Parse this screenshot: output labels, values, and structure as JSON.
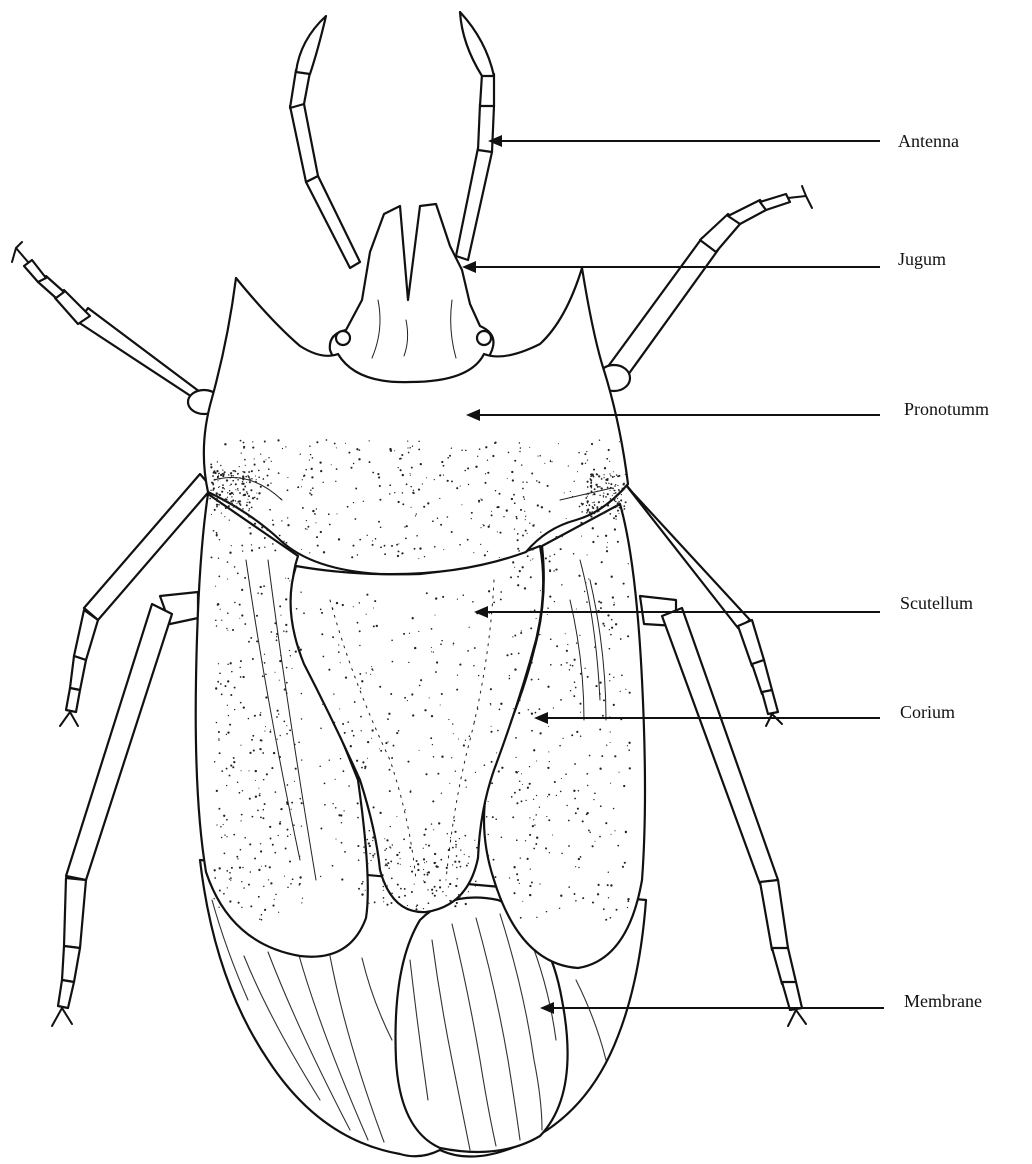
{
  "diagram": {
    "labels": [
      {
        "id": "antenna",
        "text": "Antenna"
      },
      {
        "id": "jugum",
        "text": "Jugum"
      },
      {
        "id": "pronotumm",
        "text": "Pronotumm"
      },
      {
        "id": "scutellum",
        "text": "Scutellum"
      },
      {
        "id": "corium",
        "text": "Corium"
      },
      {
        "id": "membrane",
        "text": "Membrane"
      }
    ],
    "colors": {
      "ink": "#111111",
      "background": "#ffffff"
    }
  }
}
